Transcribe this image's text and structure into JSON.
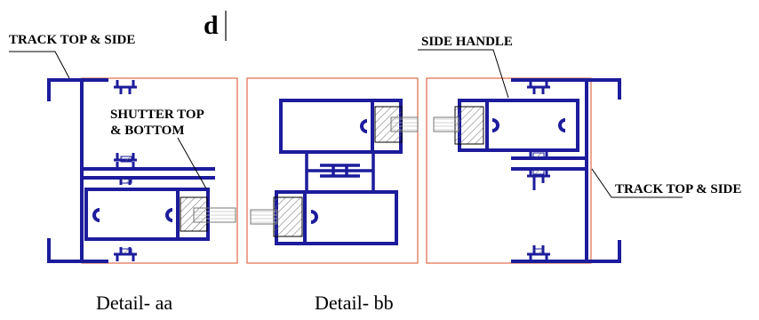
{
  "drawing": {
    "marker_letter": "d",
    "labels": {
      "track_top_side_left": "TRACK TOP & SIDE",
      "shutter_top_line1": "SHUTTER TOP",
      "shutter_top_line2": "& BOTTOM",
      "side_handle": "SIDE HANDLE",
      "track_top_side_right": "TRACK TOP & SIDE"
    },
    "captions": {
      "detail_aa": "Detail- aa",
      "detail_bb": "Detail- bb"
    },
    "colors": {
      "profile": "#1c1c9c",
      "frame": "#e06a4a",
      "glass": "#777777",
      "leader": "#000000"
    }
  }
}
